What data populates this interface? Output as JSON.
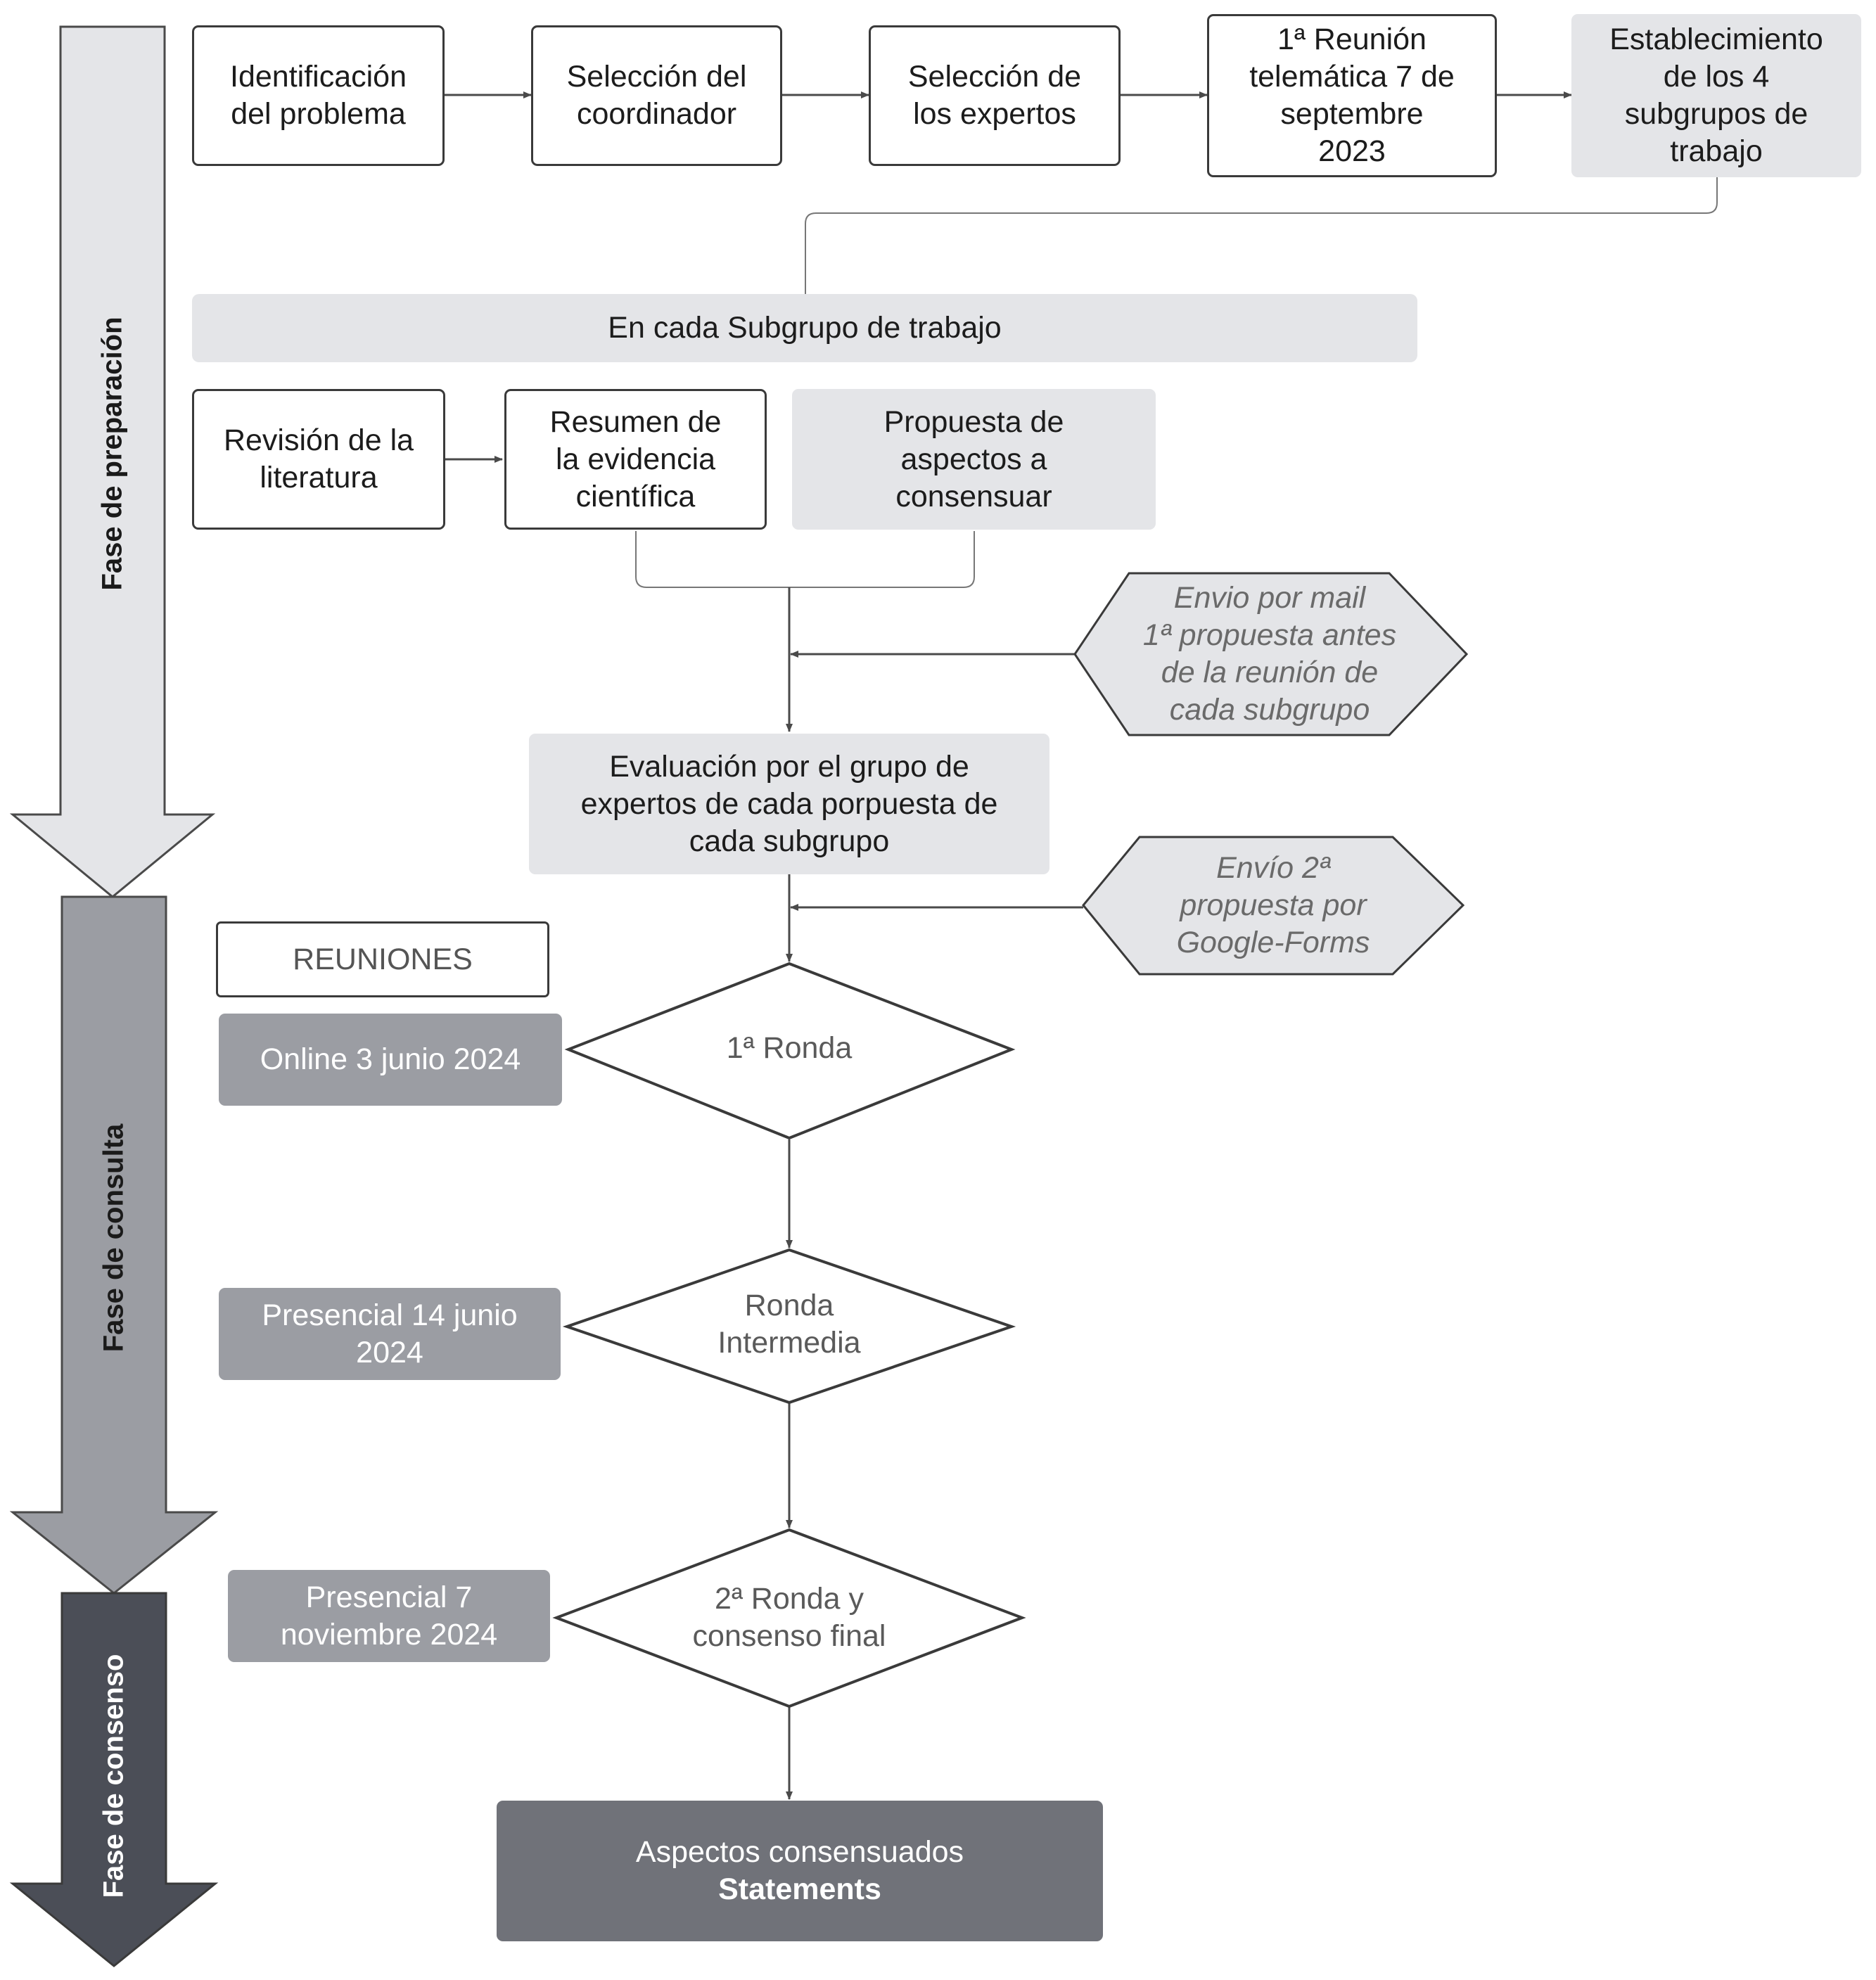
{
  "phases": {
    "preparation": "Fase de preparación",
    "consultation": "Fase de consulta",
    "consensus": "Fase de consenso"
  },
  "top_row": [
    "Identificación\ndel problema",
    "Selección del\ncoordinador",
    "Selección de\nlos expertos",
    "1ª Reunión\ntelemática 7 de\nseptembre\n2023",
    "Establecimiento\nde los 4\nsubgrupos de\ntrabajo"
  ],
  "subgroup_banner": "En cada Subgrupo de trabajo",
  "subgroup_row": [
    "Revisión de la\nliteratura",
    "Resumen de\nla evidencia\ncientífica",
    "Propuesta de\naspectos a\nconsensuar"
  ],
  "mail_hexagon": "Envio por mail\n1ª propuesta antes\nde la reunión de\ncada subgrupo",
  "evaluation": "Evaluación por el grupo de\nexpertos de cada porpuesta de\ncada subgrupo",
  "forms_hexagon": "Envío 2ª\npropuesta  por\nGoogle-Forms",
  "meetings_header": "REUNIONES",
  "meetings": [
    "Online 3 junio 2024",
    "Presencial 14 junio\n2024",
    "Presencial 7\nnoviembre 2024"
  ],
  "rounds": [
    "1ª Ronda",
    "Ronda\nIntermedia",
    "2ª Ronda y\nconsenso final"
  ],
  "final": {
    "line1": "Aspectos consensuados",
    "line2": "Statements"
  },
  "colors": {
    "preparation_arrow": "#e4e5e8",
    "consultation_arrow": "#9b9da3",
    "consensus_arrow": "#4b4e57",
    "light_box": "#e4e5e8",
    "final_box": "#707279"
  }
}
